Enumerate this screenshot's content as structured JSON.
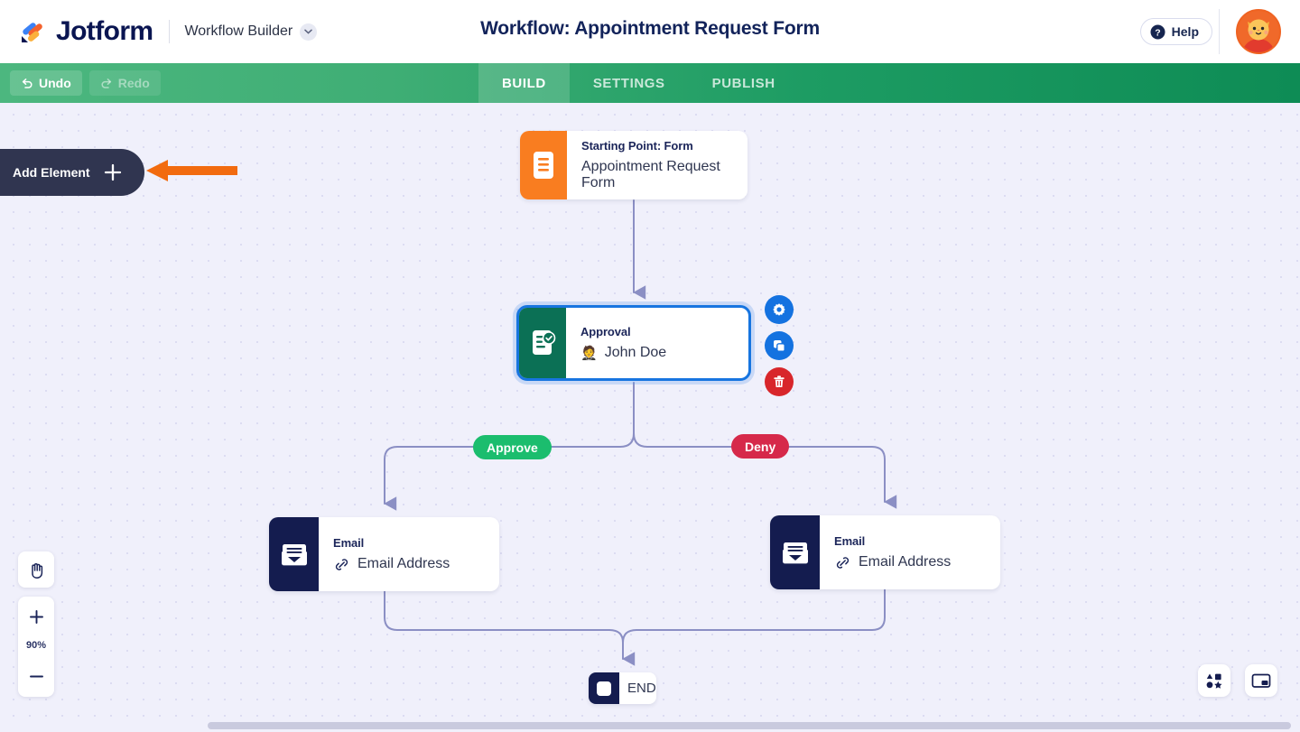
{
  "header": {
    "brand": "Jotform",
    "brand_logo_icon": "jotform-logo-icon",
    "divider_icon": "header-divider",
    "product": "Workflow Builder",
    "product_chevron_icon": "chevron-down-icon",
    "title": "Workflow: Appointment Request Form",
    "help_label": "Help",
    "help_icon": "question-circle-icon",
    "avatar_icon": "user-avatar-cat"
  },
  "toolbar": {
    "undo_label": "Undo",
    "undo_icon": "undo-arrow-icon",
    "redo_label": "Redo",
    "redo_icon": "redo-arrow-icon",
    "tabs": [
      {
        "label": "BUILD",
        "active": true
      },
      {
        "label": "SETTINGS",
        "active": false
      },
      {
        "label": "PUBLISH",
        "active": false
      }
    ]
  },
  "canvas": {
    "add_element_label": "Add Element",
    "add_element_icon": "plus-icon",
    "annotation_arrow_icon": "orange-left-arrow-icon",
    "annotation_arrow_color": "#f26b0f",
    "background_color": "#f0f0fb",
    "dot_color": "#dcdcf2",
    "edge_color": "#8b8fc4"
  },
  "nodes": {
    "start": {
      "title": "Starting Point: Form",
      "subtitle": "Appointment Request Form",
      "icon": "form-document-icon",
      "icon_color": "#f97d20"
    },
    "approval": {
      "title": "Approval",
      "subtitle": "John Doe",
      "assignee_emoji": "🤵",
      "icon": "approval-check-document-icon",
      "icon_color": "#0b7055",
      "selected": true,
      "selection_color": "#1775e0"
    },
    "email_left": {
      "title": "Email",
      "subtitle": "Email Address",
      "icon": "envelope-icon",
      "icon_color": "#141c4f",
      "link_icon": "link-chain-icon"
    },
    "email_right": {
      "title": "Email",
      "subtitle": "Email Address",
      "icon": "envelope-icon",
      "icon_color": "#141c4f",
      "link_icon": "link-chain-icon"
    },
    "end": {
      "label": "END",
      "icon": "stop-square-icon",
      "icon_color": "#141c4f"
    }
  },
  "branches": {
    "approve_label": "Approve",
    "approve_color": "#1bbd6e",
    "deny_label": "Deny",
    "deny_color": "#d6294a"
  },
  "node_actions": [
    {
      "name": "settings",
      "icon": "gear-icon",
      "color": "#1472e0"
    },
    {
      "name": "duplicate",
      "icon": "copy-icon",
      "color": "#1472e0"
    },
    {
      "name": "delete",
      "icon": "trash-icon",
      "color": "#d8262b"
    }
  ],
  "zoom_controls": {
    "pan_icon": "hand-pan-icon",
    "zoom_in_icon": "plus-icon",
    "zoom_out_icon": "minus-icon",
    "zoom_level": "90%"
  },
  "bottom_right": [
    {
      "name": "elements-palette",
      "icon": "shapes-icon"
    },
    {
      "name": "minimap-toggle",
      "icon": "minimap-icon"
    }
  ]
}
